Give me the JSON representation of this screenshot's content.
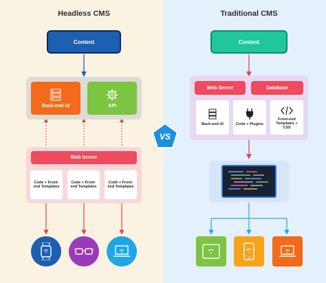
{
  "headless": {
    "title": "Headless CMS",
    "content_label": "Content",
    "backend_label": "Back-end UI",
    "api_label": "API",
    "web_server_label": "Web Server",
    "templates": [
      "Code + Front-end Templates",
      "Code + Front-end Templates",
      "Code + Front-end Templates"
    ],
    "devices": [
      "smartwatch-icon",
      "vr-glasses-icon",
      "laptop-icon"
    ]
  },
  "vs_label": "VS",
  "traditional": {
    "title": "Traditional CMS",
    "content_label": "Content",
    "web_server_label": "Web Server",
    "database_label": "Database",
    "cards": [
      "Back-end UI",
      "Code + Plugins",
      "Front-end Templates + CSS"
    ],
    "devices": [
      "tablet-icon",
      "phone-icon",
      "laptop-icon"
    ]
  },
  "colors": {
    "blue": "#1d5fb0",
    "teal": "#1fc79a",
    "red": "#ef4a5d",
    "orange": "#f36a1b",
    "green": "#7cc442",
    "purple": "#9b3ab8",
    "cyan": "#1ea7e8",
    "amber": "#f7a21b"
  }
}
